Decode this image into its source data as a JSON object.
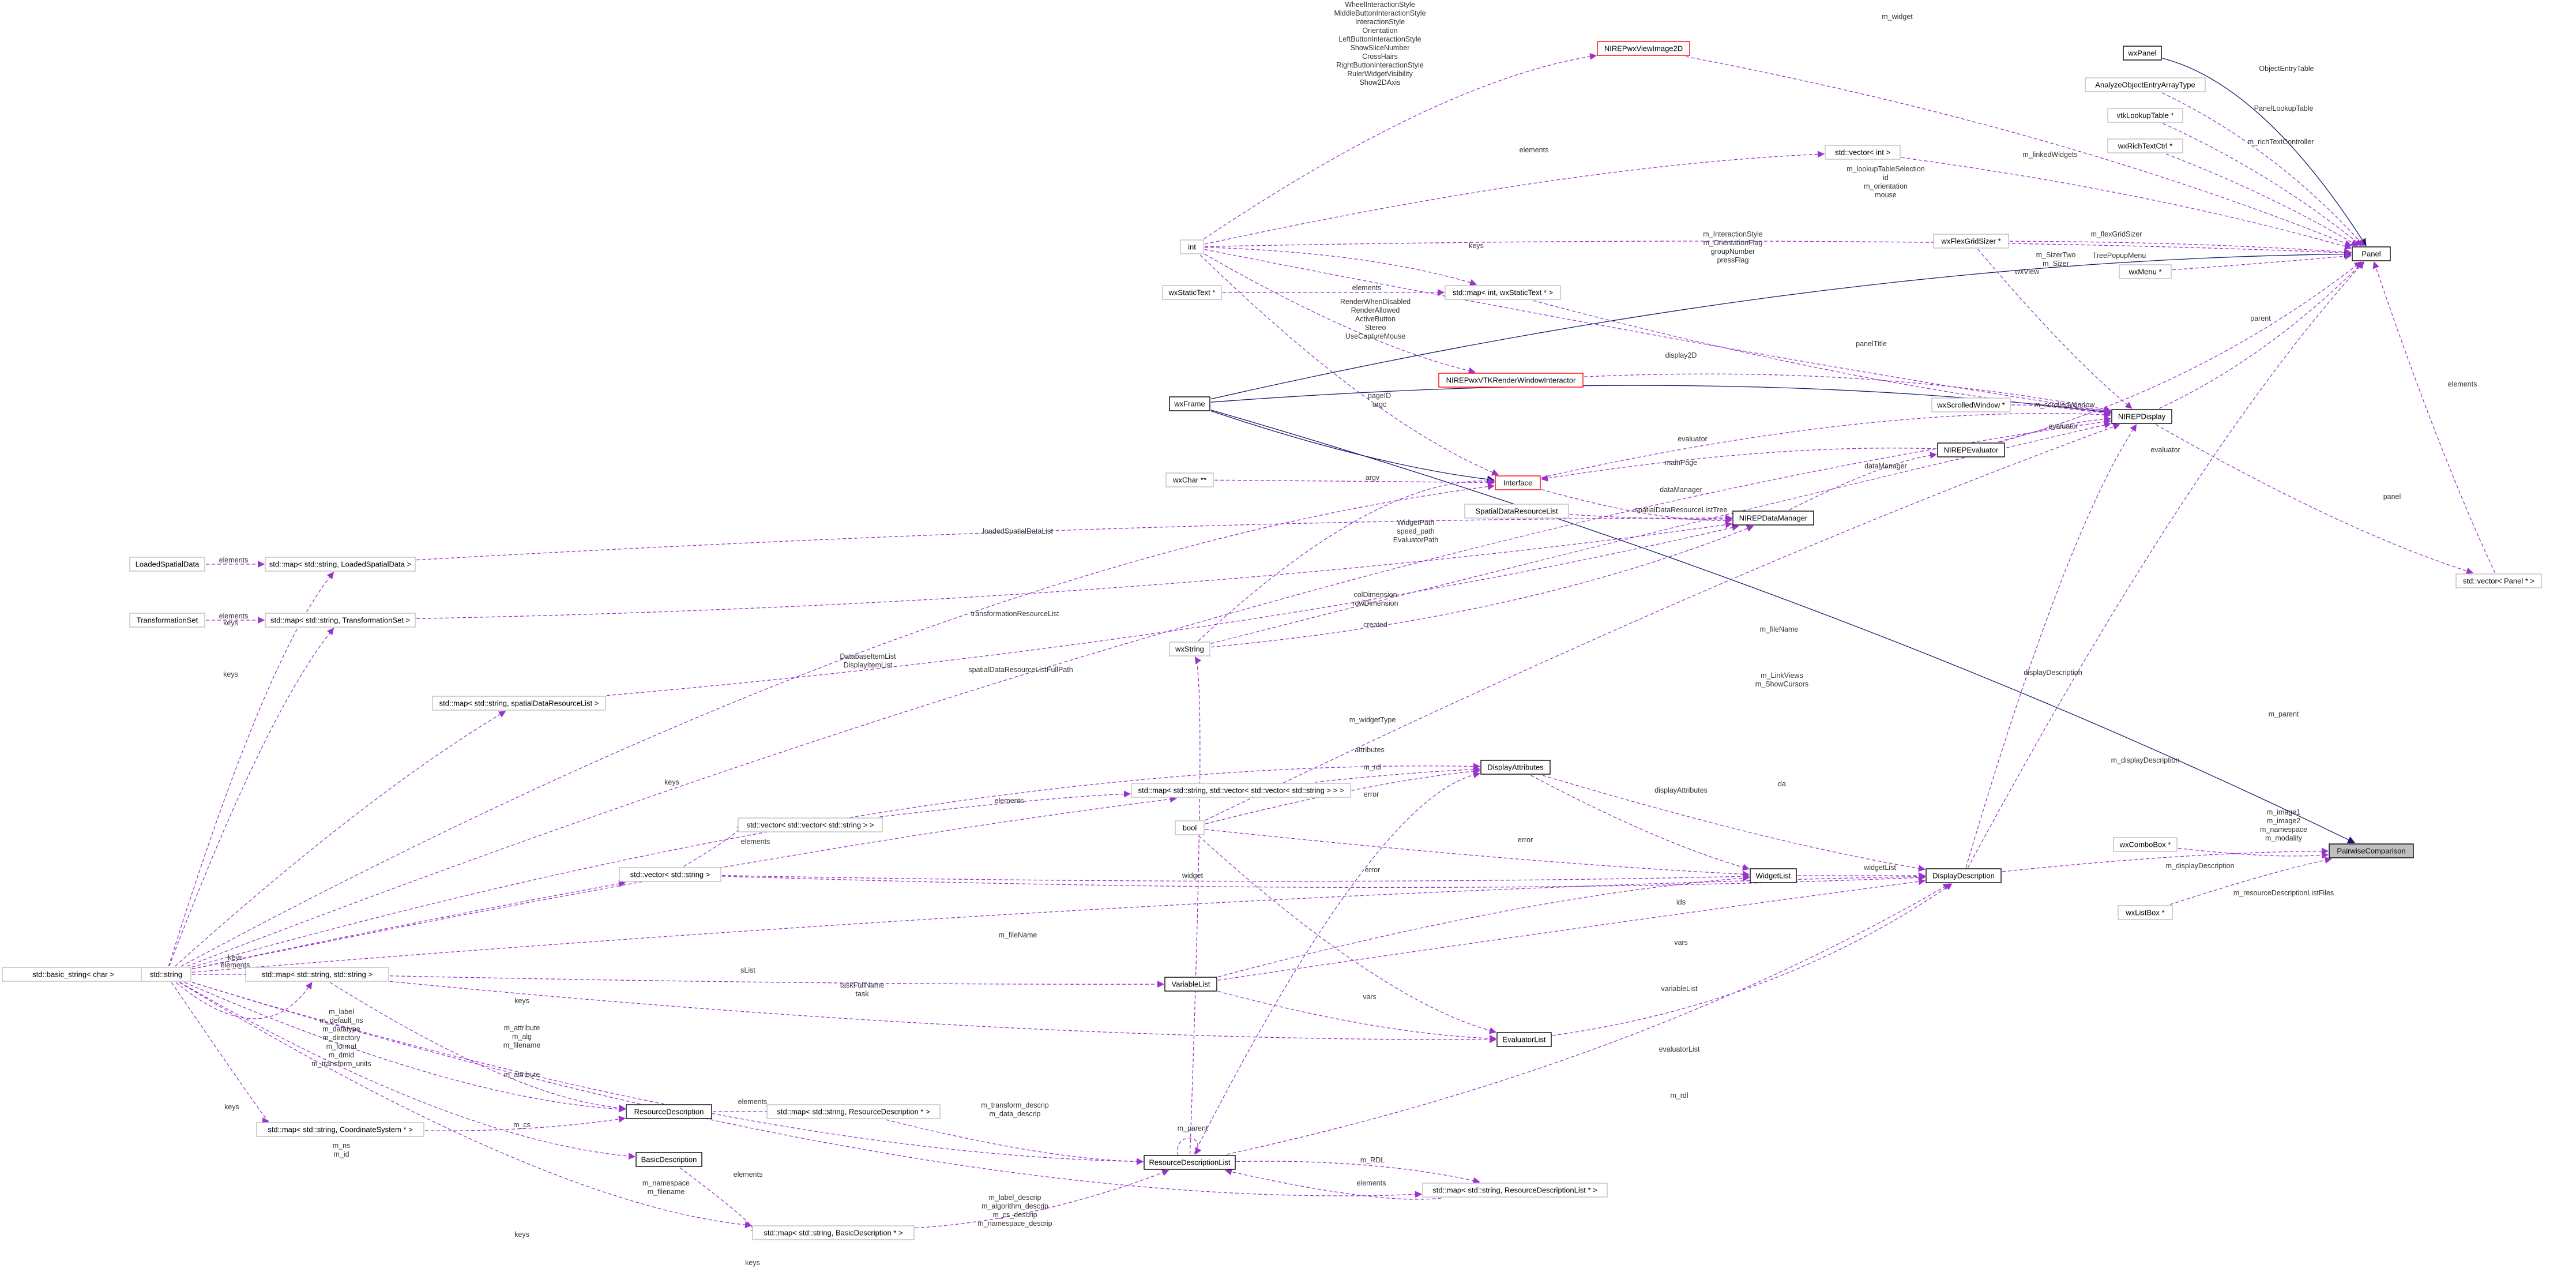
{
  "colors": {
    "usage_edge": "#9A32CD",
    "inherit_edge": "#191970",
    "box_border_normal": "#BFBFBF",
    "box_border_documented": "#000000",
    "box_border_truncated": "#FF0000",
    "focus_fill": "#BFBFBF"
  },
  "nodes": {
    "panel": "Panel",
    "wxpanel": "wxPanel",
    "nirepwxviewimage2d": "NIREPwxViewImage2D",
    "analyzeobjectentryarraytype": "AnalyzeObjectEntryArrayType",
    "vtklookuptable": "vtkLookupTable *",
    "wxrichtextctrl": "wxRichTextCtrl *",
    "vector_int": "std::vector< int >",
    "int": "int",
    "wxflexgridsizer": "wxFlexGridSizer *",
    "wxmenu": "wxMenu *",
    "wxstatictext": "wxStaticText *",
    "map_int_wxstatictext": "std::map< int, wxStaticText * >",
    "nirepwxvtkrenderwindowinteractor": "NIREPwxVTKRenderWindowInteractor",
    "wxframe": "wxFrame",
    "wxscrolledwindow": "wxScrolledWindow *",
    "nirepdisplay": "NIREPDisplay",
    "nirepevaluator": "NIREPEvaluator",
    "wxchar": "wxChar **",
    "interface": "Interface",
    "spatialdataresourcelist": "SpatialDataResourceList",
    "nirepdatamanager": "NIREPDataManager",
    "vector_panel": "std::vector< Panel * >",
    "loadedspatialdata": "LoadedSpatialData",
    "map_loadedspatialdata": "std::map< std::string, LoadedSpatialData >",
    "transformationset": "TransformationSet",
    "map_transformationset": "std::map< std::string, TransformationSet >",
    "wxstring": "wxString",
    "map_spatialdataresourcelist": "std::map< std::string, spatialDataResourceList >",
    "displayattributes": "DisplayAttributes",
    "map_vector_vector": "std::map< std::string, std::vector< std::vector< std::string > > >",
    "vector_vector_string": "std::vector< std::vector< std::string > >",
    "bool": "bool",
    "wxcombobox": "wxComboBox *",
    "pairwisecomparison": "PairwiseComparison",
    "vector_string": "std::vector< std::string >",
    "widgetlist": "WidgetList",
    "displaydescription": "DisplayDescription",
    "wxlistbox": "wxListBox *",
    "basic_string": "std::basic_string< char >",
    "string": "std::string",
    "map_string_string": "std::map< std::string, std::string >",
    "variablelist": "VariableList",
    "evaluatorlist": "EvaluatorList",
    "resourcedescription": "ResourceDescription",
    "map_resourcedescription": "std::map< std::string, ResourceDescription * >",
    "map_coordinatesystem": "std::map< std::string, CoordinateSystem * >",
    "basicdescription": "BasicDescription",
    "resourcedescriptionlist": "ResourceDescriptionList",
    "map_resourcedescriptionlist": "std::map< std::string, ResourceDescriptionList * >",
    "map_basicdescription": "std::map< std::string, BasicDescription * >"
  },
  "labels": {
    "l_wheel_stack": "WheelInteractionStyle\nMiddleButtonInteractionStyle\nInteractionStyle\nOrientation\nLeftButtonInteractionStyle\nShowSliceNumber\nCrossHairs\nRightButtonInteractionStyle\nRulerWidgetVisibility\nShow2DAxis",
    "l_m_widget": "m_widget",
    "l_objectentrytable": "ObjectEntryTable",
    "l_panellookuptable": "PanelLookupTable",
    "l_m_richtextcontroller": "m_richTextController",
    "l_m_linkedwidgets": "m_linkedWidgets",
    "l_elements_vecint": "elements",
    "l_lookup_stack": "m_lookupTableSelection\nid\nm_orientation\nmouse",
    "l_m_flexgridsizer": "m_flexGridSizer",
    "l_interaction_stack": "m_InteractionStyle\nm_OrientationFlag\ngroupNumber\npressFlag",
    "l_sizertwo_stack": "m_SizerTwo\nm_Sizer",
    "l_treepopupmenu": "TreePopupMenu",
    "l_wxview": "wxView",
    "l_keys_mapint": "keys",
    "l_elements_mapint": "elements",
    "l_render_stack": "RenderWhenDisabled\nRenderAllowed\nActiveButton\nStereo\nUseCaptureMouse",
    "l_display2d": "display2D",
    "l_paneltitle": "panelTitle",
    "l_parent": "parent",
    "l_elements_vecpanel": "elements",
    "l_m_scrolledwindow": "m_scrolledWindow",
    "l_evaluator_disp": "evaluator",
    "l_evaluator_iface": "evaluator",
    "l_evaluator_panel": "evaluator",
    "l_pageid_stack": "pageID\nargc",
    "l_mainpage": "mainPage",
    "l_argv": "argv",
    "l_datamanager_eval": "dataManager",
    "l_datamanager_iface": "dataManager",
    "l_panel": "panel",
    "l_spatialdataresourcelisttree": "spatialDataResourceListTree",
    "l_loadedspatialdatalist": "loadedSpatialDataList",
    "l_elements_lsd": "elements",
    "l_widgetpath_stack": "WidgetPath\nspeed_path\nEvaluatorPath",
    "l_transformationresourcelist": "transformationResourceList",
    "l_elements_ts": "elements",
    "l_keys_lsd": "keys",
    "l_coldim_stack": "colDimension\nrowDimension",
    "l_created": "created",
    "l_m_filename_dm": "m_fileName",
    "l_keys_ts": "keys",
    "l_databaseitem_stack": "DatabaseItemList\nDisplayItemList",
    "l_spatialdataresourcelistfullpath": "spatialDataResourceListFullPath",
    "l_linkviews_stack": "m_LinkViews\nm_ShowCursors",
    "l_displaydescription_disp": "displayDescription",
    "l_m_widgettype": "m_widgetType",
    "l_attributes": "attributes",
    "l_m_rdl_attr": "m_rdl",
    "l_keys_mapvv": "keys",
    "l_elements_vv": "elements",
    "l_error_attr": "error",
    "l_displayattributes": "displayAttributes",
    "l_da": "da",
    "l_m_parent": "m_parent",
    "l_m_displaydescription_pw": "m_displayDescription",
    "l_image_stack": "m_image1\nm_image2\nm_namespace\nm_modality",
    "l_elements_vs": "elements",
    "l_widget": "widget",
    "l_error_wl": "error",
    "l_widgetlist": "widgetList",
    "l_m_displaydescription_pw2": "m_displayDescription",
    "l_error_ev": "error",
    "l_ids": "ids",
    "l_m_resourcedescriptionlistfiles": "m_resourceDescriptionListFiles",
    "l_keys_str": "keys",
    "l_elements_str": "elements",
    "l_m_filename_dd": "m_fileName",
    "l_vars_wl": "vars",
    "l_slist": "sList",
    "l_variablelist": "variableList",
    "l_taskfullname_stack": "taskFullName\ntask",
    "l_vars_ev": "vars",
    "l_keys_mss": "keys",
    "l_label_stack": "m_label\nm_default_ns\nm_datatype\nm_directory\nm_format\nm_dmid\nm_transform_units",
    "l_attribute_stack": "m_attribute\nm_alg\nm_filename",
    "l_m_attribute": "m_attribute",
    "l_evaluatorlist": "evaluatorList",
    "l_m_rdl_dd": "m_rdl",
    "l_keys_cs": "keys",
    "l_m_cs": "m_cs",
    "l_elements_rd": "elements",
    "l_transform_stack": "m_transform_descrip\nm_data_descrip",
    "l_m_parent_rdl": "m_parent",
    "l_ns_stack": "m_ns\nm_id",
    "l_namespace_stack": "m_namespace\nm_filename",
    "l_m_rdl": "m_RDL",
    "l_elements_rdl": "elements",
    "l_elements_bd": "elements",
    "l_descrip_stack": "m_label_descrip\nm_algorithm_descrip\nm_cs_descrip\nm_namespace_descrip",
    "l_keys_bd": "keys",
    "l_keys_rdlmap": "keys"
  }
}
